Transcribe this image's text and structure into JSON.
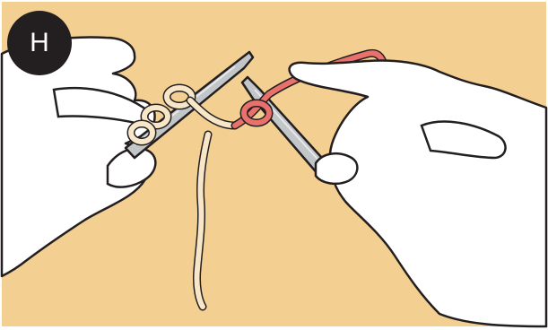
{
  "illustration": {
    "step_label": "H",
    "colors": {
      "background": "#f4cf92",
      "page": "#ffffff",
      "badge": "#231f20",
      "outline": "#231f20",
      "skin": "#ffffff",
      "needle": "#c2c6c8",
      "needle_highlight": "#e6e8e9",
      "cream_yarn": "#f7e7c8",
      "coral_yarn": "#e8716c"
    },
    "parts": [
      "left-hand",
      "right-hand",
      "left-needle",
      "right-needle",
      "cream-yarn",
      "coral-yarn"
    ]
  }
}
